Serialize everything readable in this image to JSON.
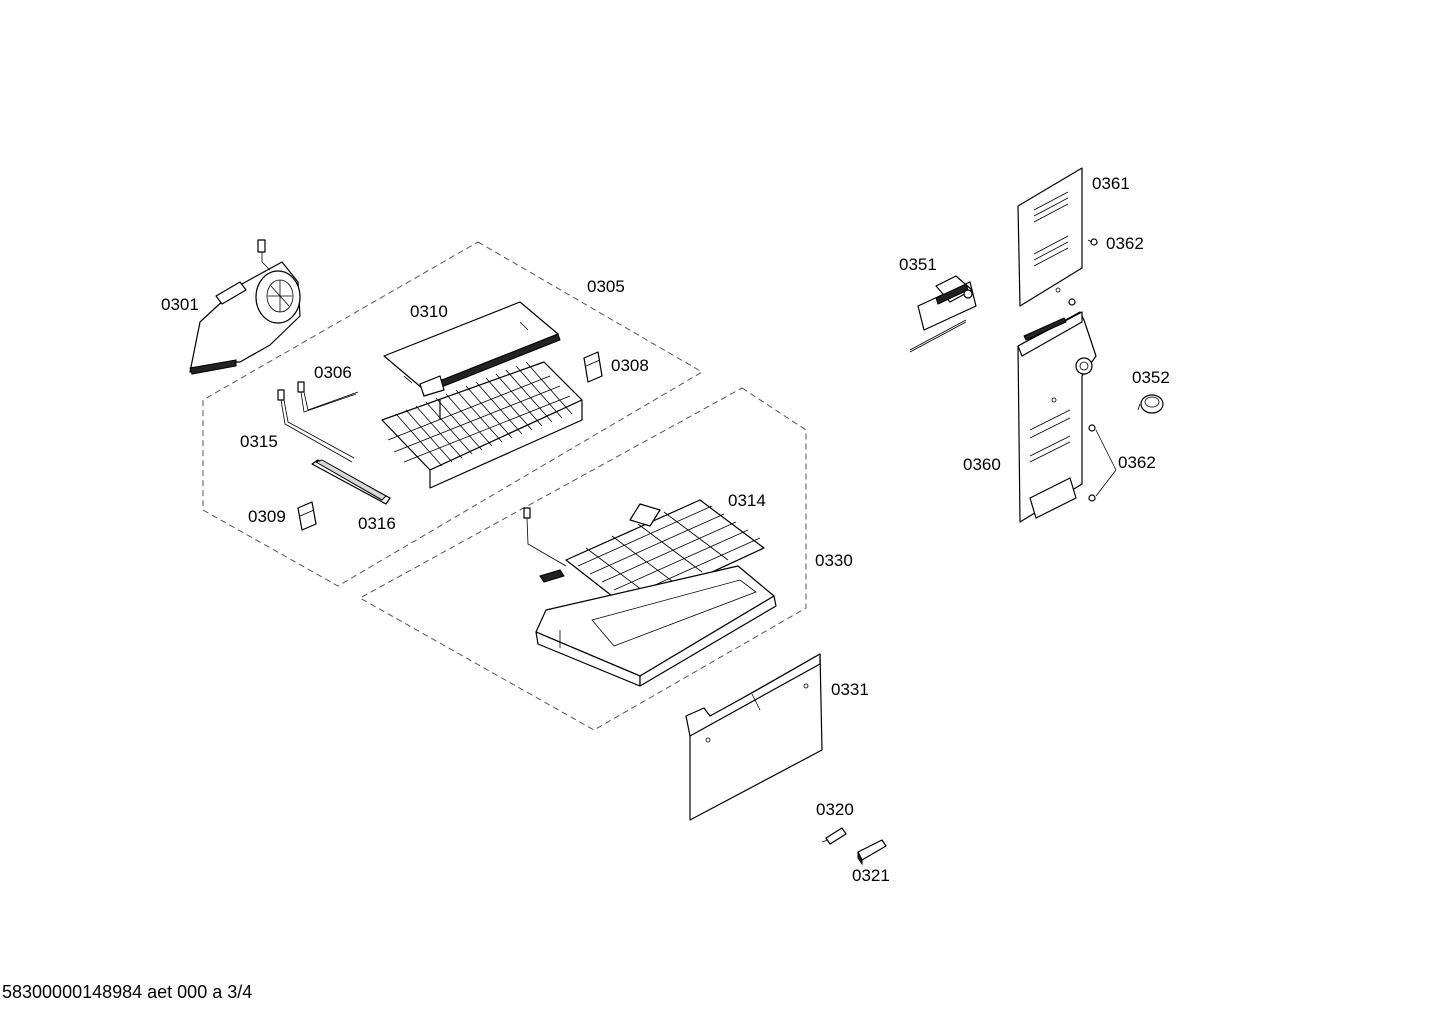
{
  "diagram": {
    "labels": {
      "p0301": "0301",
      "p0305": "0305",
      "p0306": "0306",
      "p0308": "0308",
      "p0309": "0309",
      "p0310": "0310",
      "p0314": "0314",
      "p0315": "0315",
      "p0316": "0316",
      "p0320": "0320",
      "p0321": "0321",
      "p0330": "0330",
      "p0331": "0331",
      "p0351": "0351",
      "p0352": "0352",
      "p0360": "0360",
      "p0361": "0361",
      "p0362_top": "0362",
      "p0362_bottom": "0362"
    },
    "footer": "58300000148984 aet 000 a 3/4"
  }
}
